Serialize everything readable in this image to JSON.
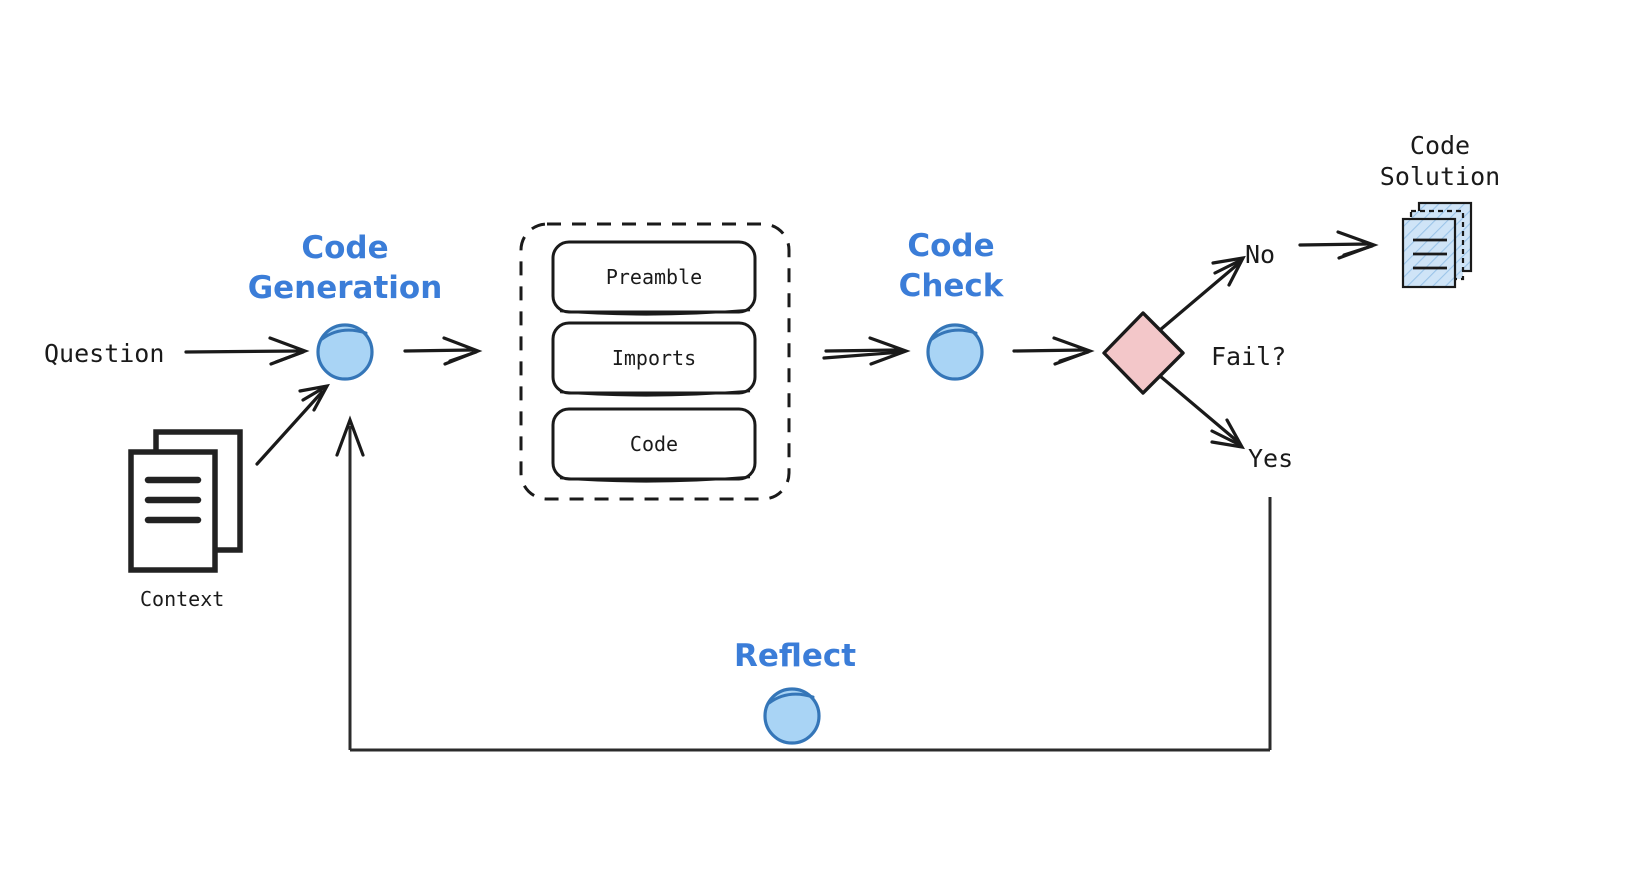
{
  "diagram": {
    "title": "Code generation with reflection flow",
    "background_color": "#ffffff",
    "accent_color": "#3b7dd8",
    "node_fill_color": "#a9d4f5",
    "node_stroke_color": "#3576b8",
    "decision_fill_color": "#f3c7c9",
    "ink_color": "#1a1a1a",
    "solution_fill_color": "#cfe4f7"
  },
  "inputs": {
    "question_label": "Question",
    "context_label": "Context",
    "context_icon": "documents-icon"
  },
  "nodes": {
    "code_generation": {
      "label_line1": "Code",
      "label_line2": "Generation",
      "icon": "circle-node"
    },
    "code_check": {
      "label_line1": "Code",
      "label_line2": "Check",
      "icon": "circle-node"
    },
    "reflect": {
      "label": "Reflect",
      "icon": "circle-node"
    }
  },
  "generated_artifact": {
    "container": "dashed-group",
    "sections": [
      {
        "label": "Preamble"
      },
      {
        "label": "Imports"
      },
      {
        "label": "Code"
      }
    ]
  },
  "decision": {
    "label": "Fail?",
    "shape": "diamond",
    "branches": [
      {
        "label": "No"
      },
      {
        "label": "Yes"
      }
    ]
  },
  "output": {
    "label_line1": "Code",
    "label_line2": "Solution",
    "icon": "stacked-documents-icon"
  }
}
